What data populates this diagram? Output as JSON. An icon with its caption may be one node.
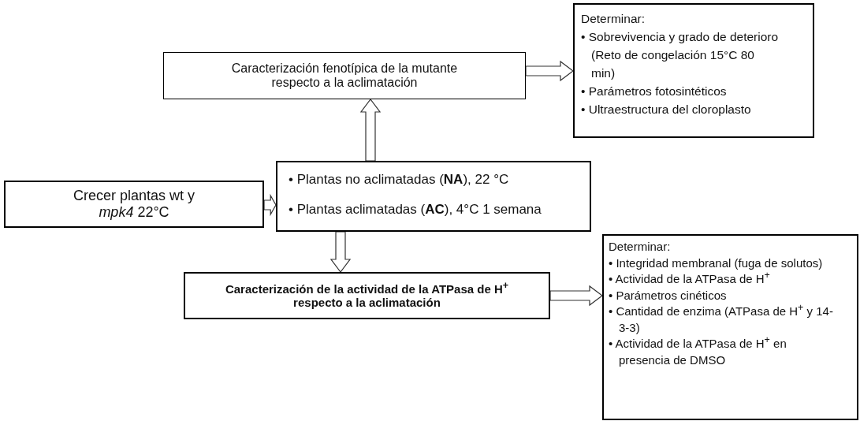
{
  "diagram": {
    "nodes": [
      {
        "text": [
          "Crecer plantas wt y *mpk4* 22°C"
        ]
      },
      {
        "text": [
          "• Plantas no aclimatadas (**NA**), 22 °C",
          "• Plantas aclimatadas (**AC**), 4°C 1 semana"
        ]
      },
      {
        "text": [
          "Caracterización fenotípica de la mutante respecto a la aclimatación"
        ]
      },
      {
        "text": [
          "Determinar:",
          "• Sobrevivencia y grado de deterioro (Reto de congelación 15°C 80 min)",
          "• Parámetros fotosintéticos",
          "• Ultraestructura del cloroplasto"
        ]
      },
      {
        "text": [
          "Caracterización de la actividad de la ATPasa de H$^{+}$ respecto a la aclimatación"
        ]
      },
      {
        "text": [
          "Determinar:",
          "• Integridad membranal (fuga de solutos)",
          "• Actividad de la ATPasa de H$^{+}$",
          "• Parámetros cinéticos",
          "• Cantidad de enzima (ATPasa de H$^{+}$ y 14-3-3)",
          "• Actividad de la ATPasa de H$^{+}$ en presencia de DMSO"
        ]
      }
    ],
    "edges": [
      {
        "from": 0,
        "to": 1,
        "arrow": "to"
      },
      {
        "from": 1,
        "to": 2,
        "arrow": "to"
      },
      {
        "from": 2,
        "to": 3,
        "arrow": "to"
      },
      {
        "from": 1,
        "to": 4,
        "arrow": "to"
      },
      {
        "from": 4,
        "to": 5,
        "arrow": "to"
      }
    ]
  }
}
